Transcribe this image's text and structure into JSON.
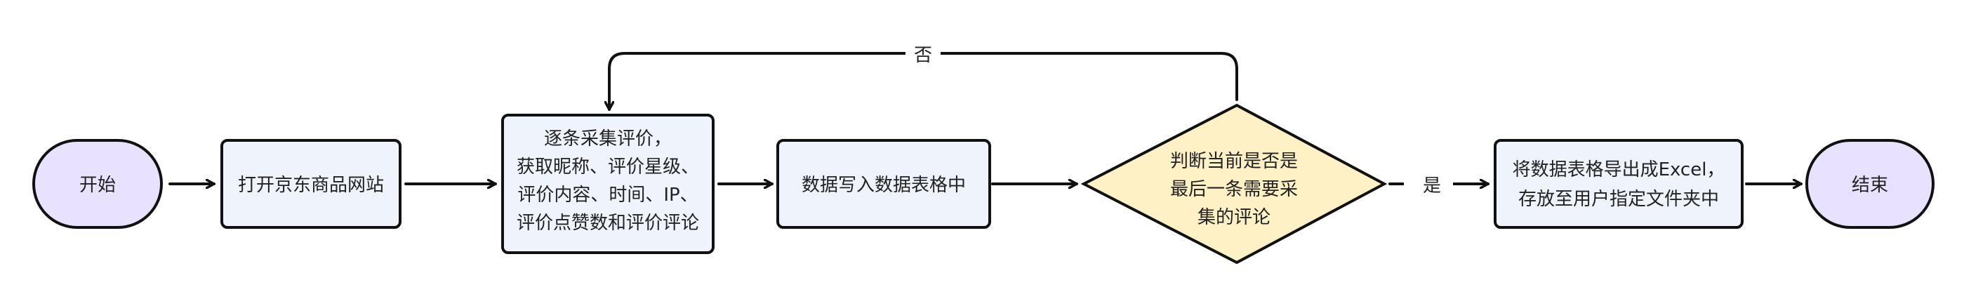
{
  "colors": {
    "terminal_fill": "#e9e2ff",
    "process_fill": "#eef3fc",
    "decision_fill": "#fff1c6",
    "stroke": "#111111",
    "text": "#222222"
  },
  "nodes": {
    "start": {
      "label": "开始"
    },
    "open_site": {
      "label": "打开京东商品网站"
    },
    "collect": {
      "lines": [
        "逐条采集评价，",
        "获取昵称、评价星级、",
        "评价内容、时间、IP、",
        "评价点赞数和评价评论"
      ]
    },
    "write": {
      "label": "数据写入数据表格中"
    },
    "decision": {
      "lines": [
        "判断当前是否是",
        "最后一条需要采",
        "集的评论"
      ]
    },
    "export": {
      "lines": [
        "将数据表格导出成Excel，",
        "存放至用户指定文件夹中"
      ]
    },
    "end": {
      "label": "结束"
    }
  },
  "edges": {
    "no_label": "否",
    "yes_label": "是"
  }
}
